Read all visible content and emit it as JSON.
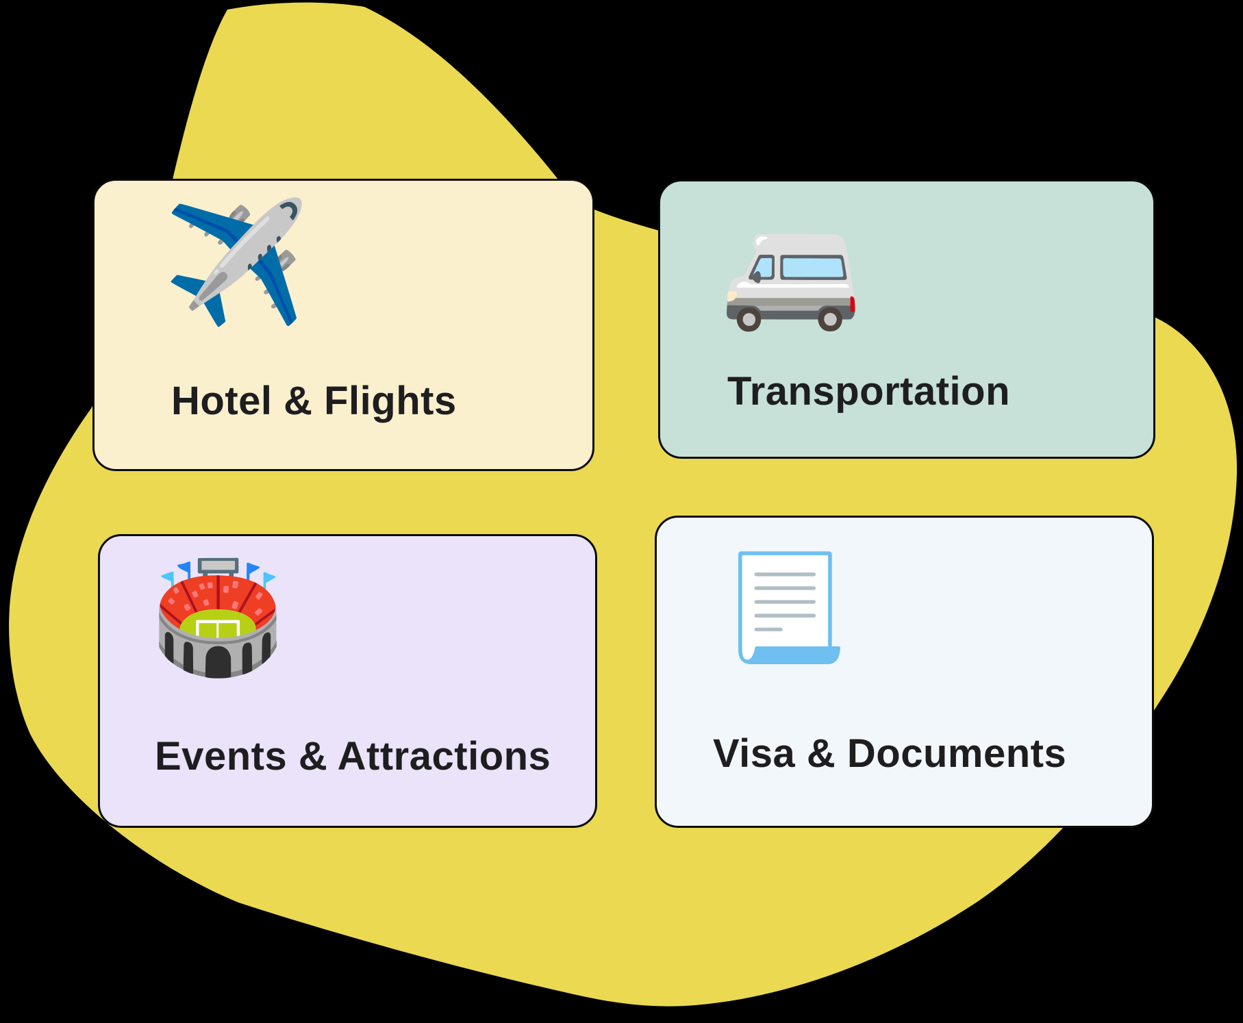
{
  "background": {
    "canvas_color": "#000000",
    "blob_color": "#EBD952"
  },
  "colors": {
    "border": "#0b0b0b",
    "text": "#1e1e20"
  },
  "cards": [
    {
      "id": "hotel-flights",
      "label": "Hotel & Flights",
      "emoji": "✈️",
      "emoji_name": "airplane-icon",
      "bg": "#FBF0CE"
    },
    {
      "id": "transportation",
      "label": "Transportation",
      "emoji": "🚐",
      "emoji_name": "minibus-icon",
      "bg": "#C7E1D8"
    },
    {
      "id": "events-attractions",
      "label": "Events & Attractions",
      "emoji": "🏟️",
      "emoji_name": "stadium-icon",
      "bg": "#EAE3F9"
    },
    {
      "id": "visa-documents",
      "label": "Visa & Documents",
      "emoji": "📃",
      "emoji_name": "page-with-curl-icon",
      "bg": "#F2F7FC"
    }
  ]
}
